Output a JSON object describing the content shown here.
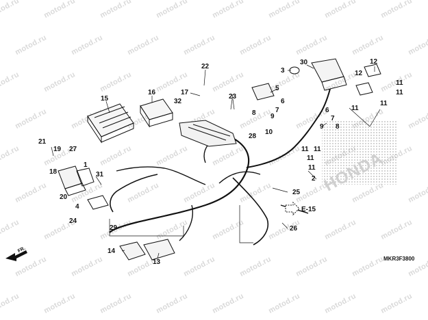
{
  "watermark_text": "motod.ru",
  "diagram_code": "MKR3F3800",
  "front_label": "FR.",
  "reference": "E-15",
  "logo_text": "HONDA",
  "part_numbers": [
    "1",
    "2",
    "3",
    "4",
    "5",
    "6",
    "7",
    "8",
    "9",
    "10",
    "11",
    "12",
    "13",
    "14",
    "15",
    "16",
    "17",
    "18",
    "19",
    "20",
    "21",
    "22",
    "23",
    "24",
    "25",
    "26",
    "27",
    "28",
    "29",
    "30",
    "31",
    "32"
  ],
  "labels": [
    {
      "id": "n22",
      "text": "22"
    },
    {
      "id": "n30",
      "text": "30"
    },
    {
      "id": "n3",
      "text": "3"
    },
    {
      "id": "n12a",
      "text": "12"
    },
    {
      "id": "n12b",
      "text": "12"
    },
    {
      "id": "n11a",
      "text": "11"
    },
    {
      "id": "n11b",
      "text": "11"
    },
    {
      "id": "n11c",
      "text": "11"
    },
    {
      "id": "n11d",
      "text": "11"
    },
    {
      "id": "n11e",
      "text": "11"
    },
    {
      "id": "n11f",
      "text": "11"
    },
    {
      "id": "n11g",
      "text": "11"
    },
    {
      "id": "n11h",
      "text": "11"
    },
    {
      "id": "n15",
      "text": "15"
    },
    {
      "id": "n16",
      "text": "16"
    },
    {
      "id": "n17",
      "text": "17"
    },
    {
      "id": "n32",
      "text": "32"
    },
    {
      "id": "n23",
      "text": "23"
    },
    {
      "id": "n5",
      "text": "5"
    },
    {
      "id": "n6a",
      "text": "6"
    },
    {
      "id": "n6b",
      "text": "6"
    },
    {
      "id": "n7a",
      "text": "7"
    },
    {
      "id": "n7b",
      "text": "7"
    },
    {
      "id": "n8a",
      "text": "8"
    },
    {
      "id": "n8b",
      "text": "8"
    },
    {
      "id": "n9a",
      "text": "9"
    },
    {
      "id": "n9b",
      "text": "9"
    },
    {
      "id": "n10",
      "text": "10"
    },
    {
      "id": "n28",
      "text": "28"
    },
    {
      "id": "n21",
      "text": "21"
    },
    {
      "id": "n19",
      "text": "19"
    },
    {
      "id": "n27",
      "text": "27"
    },
    {
      "id": "n18",
      "text": "18"
    },
    {
      "id": "n1",
      "text": "1"
    },
    {
      "id": "n31",
      "text": "31"
    },
    {
      "id": "n20",
      "text": "20"
    },
    {
      "id": "n4",
      "text": "4"
    },
    {
      "id": "n24",
      "text": "24"
    },
    {
      "id": "n29",
      "text": "29"
    },
    {
      "id": "n25",
      "text": "25"
    },
    {
      "id": "n26",
      "text": "26"
    },
    {
      "id": "n2",
      "text": "2"
    },
    {
      "id": "n14",
      "text": "14"
    },
    {
      "id": "n13",
      "text": "13"
    }
  ]
}
